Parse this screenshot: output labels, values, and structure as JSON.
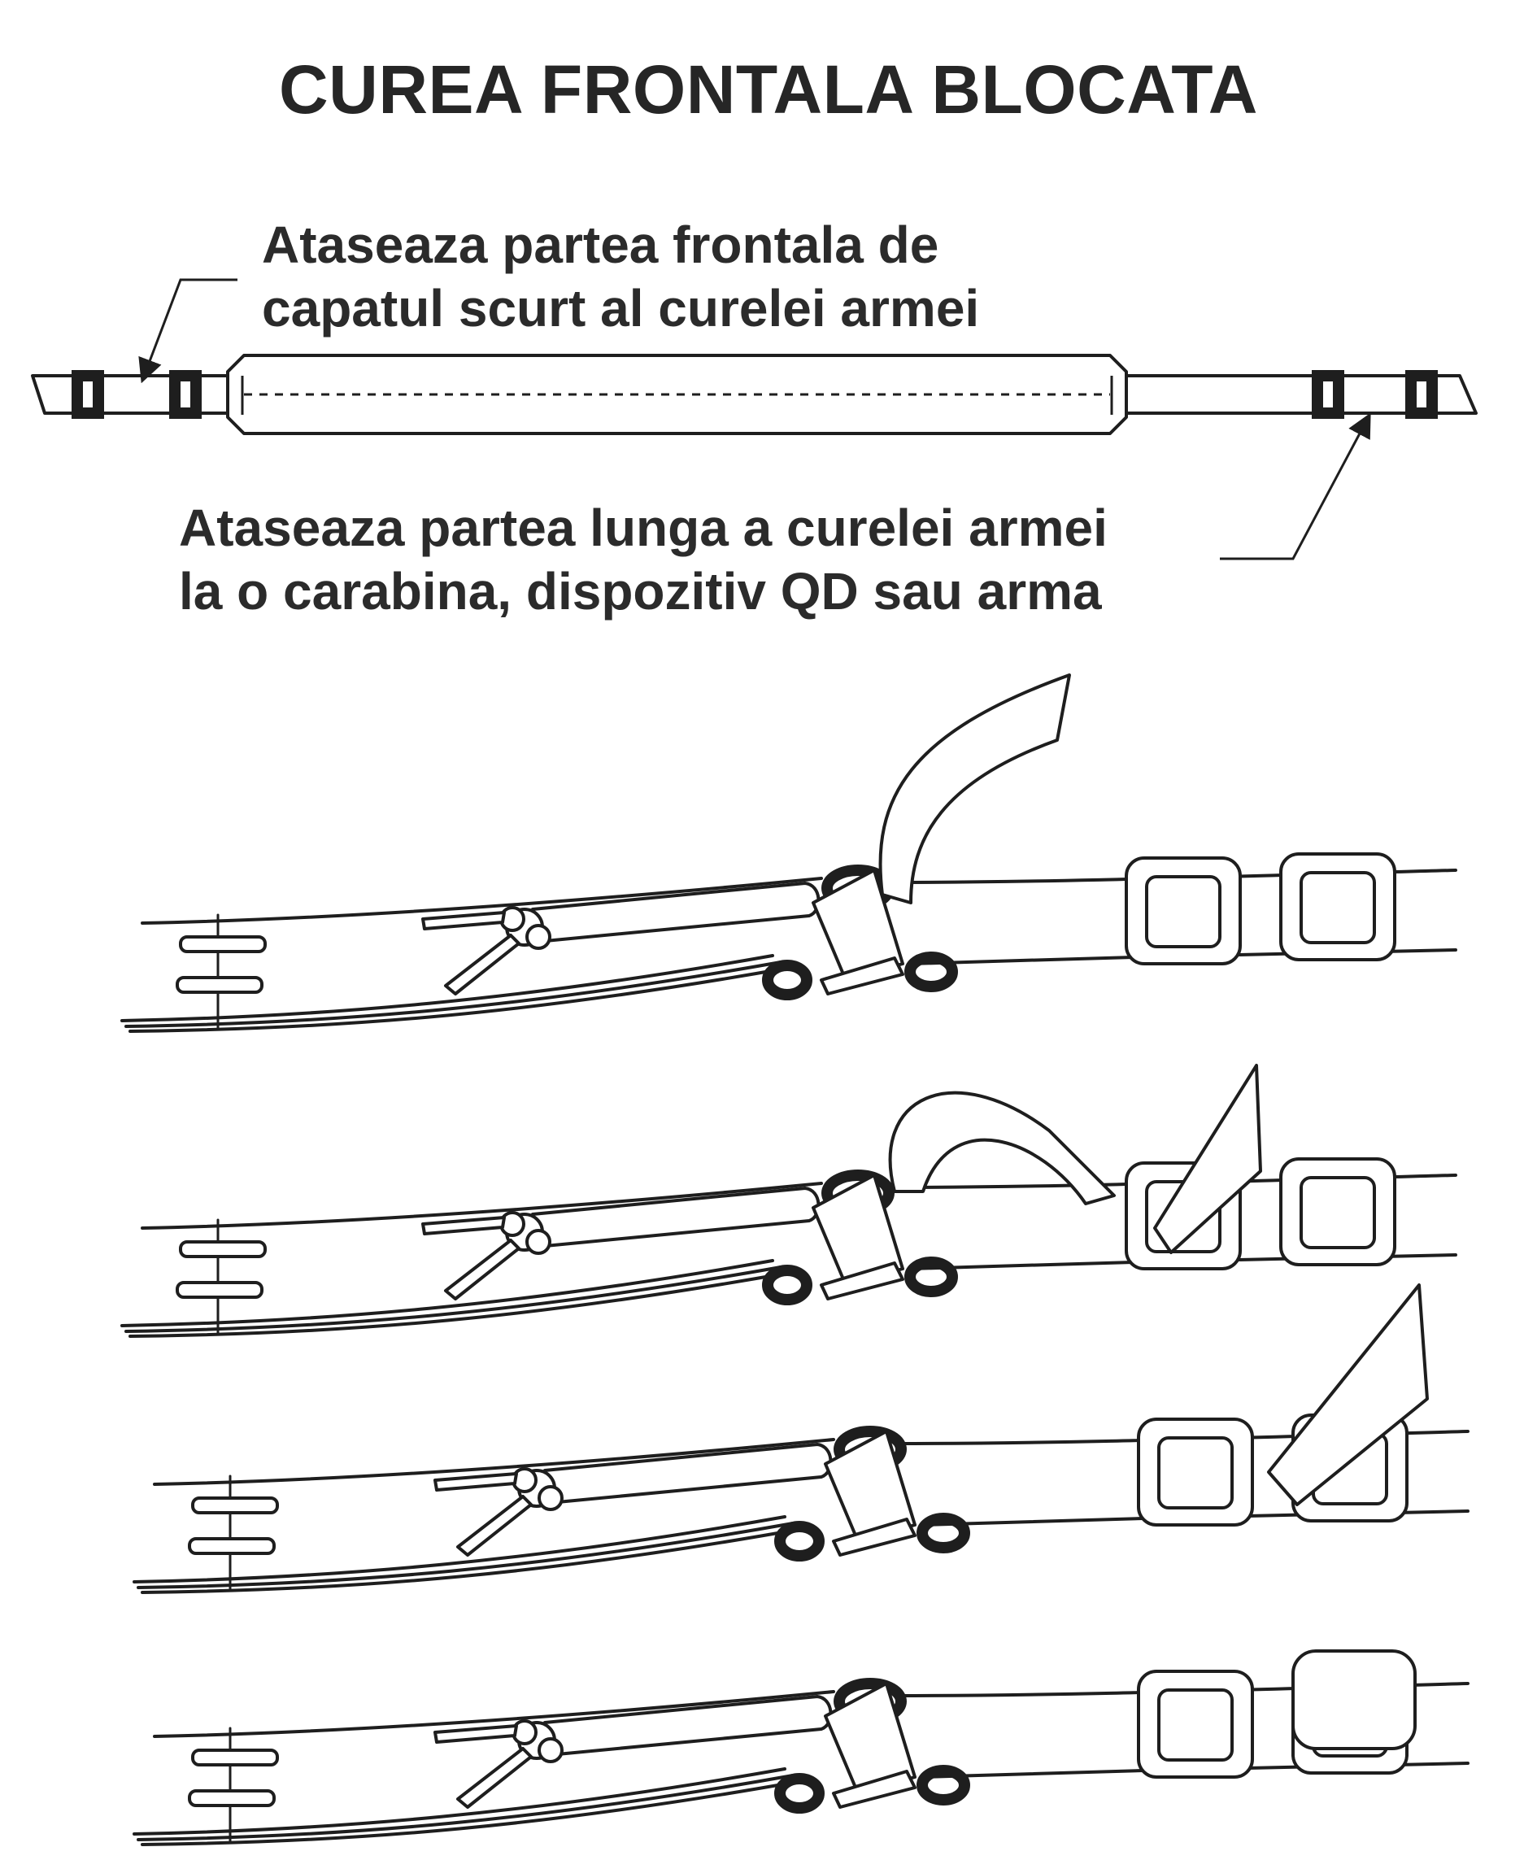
{
  "title": "CUREA FRONTALA BLOCATA",
  "caption_top": {
    "line1": "Ataseaza partea frontala de",
    "line2": "capatul scurt al curelei armei"
  },
  "caption_bottom": {
    "line1": "Ataseaza partea lunga a curelei armei",
    "line2": "la o carabina, dispozitiv QD sau arma"
  },
  "steps_count": 4
}
